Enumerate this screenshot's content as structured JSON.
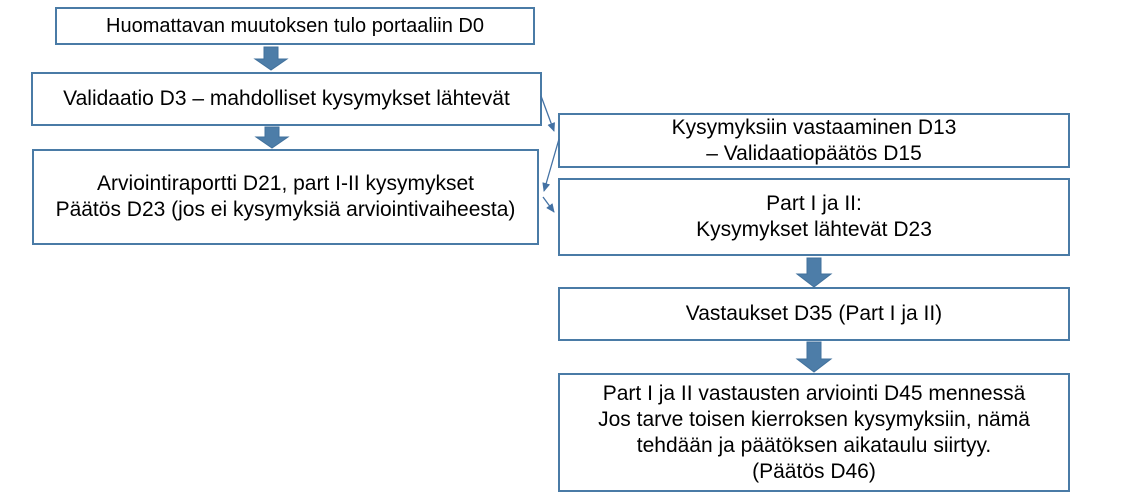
{
  "diagram": {
    "language": "Finnish",
    "type": "flowchart",
    "nodes": {
      "portal_entry": {
        "lines": [
          "Huomattavan muutoksen tulo portaaliin D0"
        ]
      },
      "validation": {
        "lines": [
          "Validaatio D3 – mahdolliset kysymykset lähtevät"
        ]
      },
      "assessment_report": {
        "lines": [
          "Arviointiraportti D21, part I-II kysymykset",
          "Päätös D23 (jos ei kysymyksiä arviointivaiheesta)"
        ]
      },
      "question_answering": {
        "lines": [
          "Kysymyksiin vastaaminen D13",
          "– Validaatiopäätös D15"
        ]
      },
      "part_questions": {
        "lines": [
          "Part I ja II:",
          "Kysymykset lähtevät D23"
        ]
      },
      "answers": {
        "lines": [
          "Vastaukset D35 (Part I ja II)"
        ]
      },
      "final_assessment": {
        "lines": [
          "Part I ja II vastausten arviointi D45 mennessä",
          "Jos tarve toisen kierroksen kysymyksiin, nämä",
          "tehdään ja päätöksen aikataulu siirtyy.",
          "(Päätös D46)"
        ]
      }
    },
    "connections": [
      {
        "from": "portal_entry",
        "to": "validation",
        "style": "block-arrow-down"
      },
      {
        "from": "validation",
        "to": "assessment_report",
        "style": "block-arrow-down"
      },
      {
        "from": "validation",
        "to": "question_answering",
        "style": "thin-arrow"
      },
      {
        "from": "question_answering",
        "to": "assessment_report",
        "style": "thin-arrow"
      },
      {
        "from": "assessment_report",
        "to": "part_questions",
        "style": "thin-arrow"
      },
      {
        "from": "part_questions",
        "to": "answers",
        "style": "block-arrow-down"
      },
      {
        "from": "answers",
        "to": "final_assessment",
        "style": "block-arrow-down"
      }
    ],
    "colors": {
      "background": "#FFFFFF",
      "box_border": "#4A7BA6",
      "box_fill": "#FFFFFF",
      "block_arrow_fill": "#4D7DA8",
      "block_arrow_stroke": "#41719C",
      "connector_line": "#4472A4",
      "text": "#000000"
    }
  }
}
